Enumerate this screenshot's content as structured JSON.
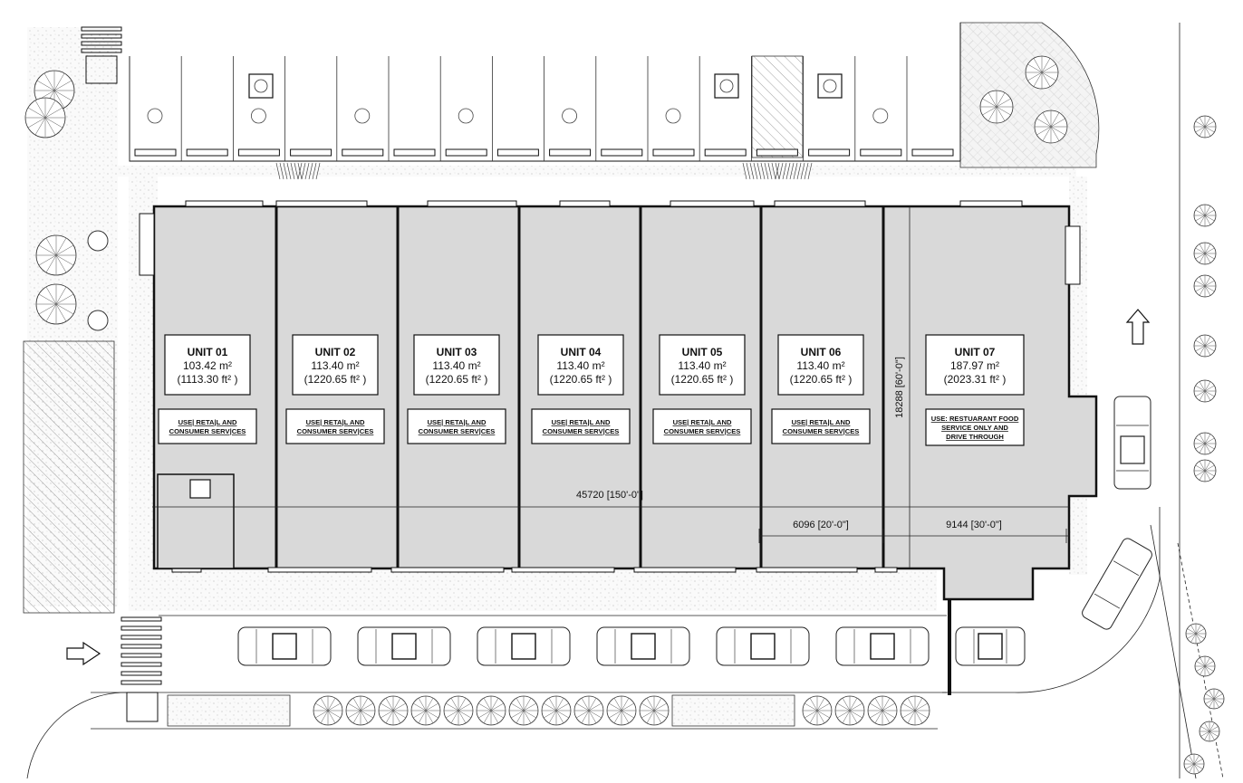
{
  "units": [
    {
      "name": "UNIT 01",
      "area_m2": "103.42 m²",
      "area_ft2": "(1113.30 ft² )",
      "use": [
        "USE| RETA|L AND",
        "CONSUMER SERV|CES"
      ]
    },
    {
      "name": "UNIT 02",
      "area_m2": "113.40 m²",
      "area_ft2": "(1220.65 ft² )",
      "use": [
        "USE| RETA|L AND",
        "CONSUMER SERV|CES"
      ]
    },
    {
      "name": "UNIT 03",
      "area_m2": "113.40 m²",
      "area_ft2": "(1220.65 ft² )",
      "use": [
        "USE| RETA|L AND",
        "CONSUMER SERV|CES"
      ]
    },
    {
      "name": "UNIT 04",
      "area_m2": "113.40 m²",
      "area_ft2": "(1220.65 ft² )",
      "use": [
        "USE| RETA|L AND",
        "CONSUMER SERV|CES"
      ]
    },
    {
      "name": "UNIT 05",
      "area_m2": "113.40 m²",
      "area_ft2": "(1220.65 ft² )",
      "use": [
        "USE| RETA|L AND",
        "CONSUMER SERV|CES"
      ]
    },
    {
      "name": "UNIT 06",
      "area_m2": "113.40 m²",
      "area_ft2": "(1220.65 ft² )",
      "use": [
        "USE| RETA|L AND",
        "CONSUMER SERV|CES"
      ]
    },
    {
      "name": "UNIT 07",
      "area_m2": "187.97 m²",
      "area_ft2": "(2023.31 ft² )",
      "use": [
        "USE: RESTUARANT FOOD",
        "SERVICE ONLY AND",
        "DRIVE THROUGH"
      ]
    }
  ],
  "dimensions": {
    "overall_length": "45720 [150'-0\"]",
    "depth": "18288 [60'-0\"]",
    "unit_width": "6096 [20'-0\"]",
    "unit07_width": "9144 [30'-0\"]"
  },
  "colors": {
    "interior": "#d9d9d9",
    "line": "#111111",
    "paving": "#f2f2f2",
    "background": "#ffffff"
  },
  "icons": [
    "north-arrow-icon",
    "entry-arrow-icon",
    "car-icon",
    "tree-icon",
    "planter-icon",
    "crosswalk-icon"
  ]
}
